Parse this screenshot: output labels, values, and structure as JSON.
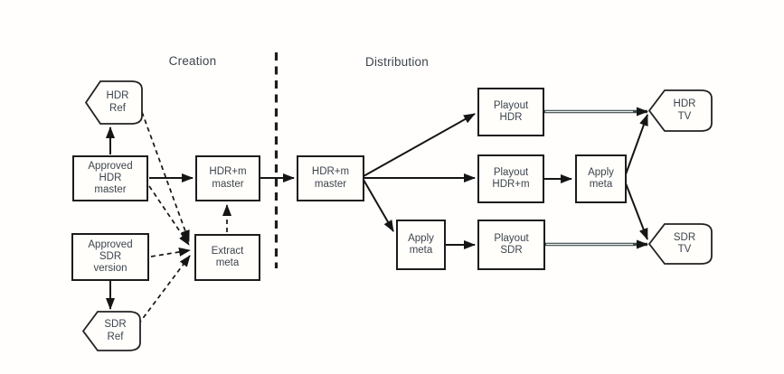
{
  "page": {
    "background": "#fffefc"
  },
  "colors": {
    "line": "#151515",
    "box_border": "#1c1c1c",
    "box_fill": "#fffefb",
    "text": "#3d444d"
  },
  "sections": {
    "creation": {
      "label": "Creation"
    },
    "distribution": {
      "label": "Distribution"
    }
  },
  "nodes": {
    "hdr_ref": {
      "label": "HDR\nRef",
      "shape": "pointed-tab"
    },
    "approved_hdr_master": {
      "label": "Approved\nHDR\nmaster",
      "shape": "rect"
    },
    "approved_sdr_version": {
      "label": "Approved\nSDR\nversion",
      "shape": "rect"
    },
    "sdr_ref": {
      "label": "SDR\nRef",
      "shape": "pointed-tab"
    },
    "hdrm_master_creation": {
      "label": "HDR+m\nmaster",
      "shape": "rect"
    },
    "extract_meta": {
      "label": "Extract\nmeta",
      "shape": "rect"
    },
    "hdrm_master_dist": {
      "label": "HDR+m\nmaster",
      "shape": "rect"
    },
    "playout_hdr": {
      "label": "Playout\nHDR",
      "shape": "rect"
    },
    "playout_hdrm": {
      "label": "Playout\nHDR+m",
      "shape": "rect"
    },
    "apply_meta_top": {
      "label": "Apply\nmeta",
      "shape": "rect"
    },
    "apply_meta_bottom": {
      "label": "Apply\nmeta",
      "shape": "rect"
    },
    "playout_sdr": {
      "label": "Playout\nSDR",
      "shape": "rect"
    },
    "hdr_tv": {
      "label": "HDR\nTV",
      "shape": "pointed-tab"
    },
    "sdr_tv": {
      "label": "SDR\nTV",
      "shape": "pointed-tab"
    }
  },
  "edges": [
    {
      "from": "approved_hdr_master",
      "to": "hdr_ref",
      "style": "solid"
    },
    {
      "from": "approved_sdr_version",
      "to": "sdr_ref",
      "style": "solid"
    },
    {
      "from": "approved_hdr_master",
      "to": "hdrm_master_creation",
      "style": "solid"
    },
    {
      "from": "hdrm_master_creation",
      "to": "hdrm_master_dist",
      "style": "solid"
    },
    {
      "from": "hdrm_master_dist",
      "to": "playout_hdr",
      "style": "solid"
    },
    {
      "from": "hdrm_master_dist",
      "to": "playout_hdrm",
      "style": "solid"
    },
    {
      "from": "hdrm_master_dist",
      "to": "apply_meta_bottom",
      "style": "solid"
    },
    {
      "from": "apply_meta_bottom",
      "to": "playout_sdr",
      "style": "solid"
    },
    {
      "from": "playout_hdr",
      "to": "hdr_tv",
      "style": "solid"
    },
    {
      "from": "playout_sdr",
      "to": "sdr_tv",
      "style": "solid"
    },
    {
      "from": "playout_hdrm",
      "to": "apply_meta_top",
      "style": "solid"
    },
    {
      "from": "apply_meta_top",
      "to": "hdr_tv",
      "style": "solid"
    },
    {
      "from": "apply_meta_top",
      "to": "sdr_tv",
      "style": "solid"
    },
    {
      "from": "hdr_ref",
      "to": "extract_meta",
      "style": "dashed"
    },
    {
      "from": "approved_hdr_master",
      "to": "extract_meta",
      "style": "dashed"
    },
    {
      "from": "approved_sdr_version",
      "to": "extract_meta",
      "style": "dashed"
    },
    {
      "from": "sdr_ref",
      "to": "extract_meta",
      "style": "dashed"
    },
    {
      "from": "extract_meta",
      "to": "hdrm_master_creation",
      "style": "dashed"
    }
  ]
}
